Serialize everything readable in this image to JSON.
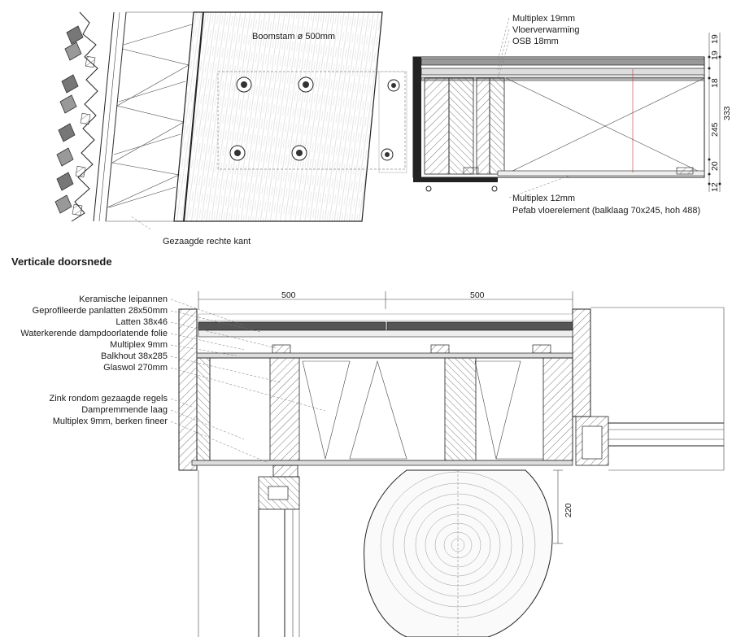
{
  "top": {
    "label_boomstam": "Boomstam ø 500mm",
    "label_zaag": "Gezaagde rechte kant",
    "layers_top": [
      "Multiplex 19mm",
      "Vloerverwarming",
      "OSB 18mm"
    ],
    "layers_bottom": [
      "Multiplex 12mm",
      "Pefab vloerelement (balklaag 70x245, hoh 488)"
    ],
    "dims_right": [
      "19",
      "19",
      "18",
      "245",
      "20",
      "12"
    ],
    "dim_total": "333"
  },
  "section_title": "Verticale doorsnede",
  "bottom": {
    "dim_top_left": "500",
    "dim_top_right": "500",
    "dim_trunk": "220",
    "layers": [
      "Keramische leipannen",
      "Geprofileerde panlatten 28x50mm",
      "Latten 38x46",
      "Waterkerende dampdoorlatende folie",
      "Multiplex 9mm",
      "Balkhout 38x285",
      "Glaswol 270mm"
    ],
    "layers2": [
      "Zink rondom gezaagde regels",
      "Dampremmende laag",
      "Multiplex 9mm, berken fineer"
    ]
  }
}
